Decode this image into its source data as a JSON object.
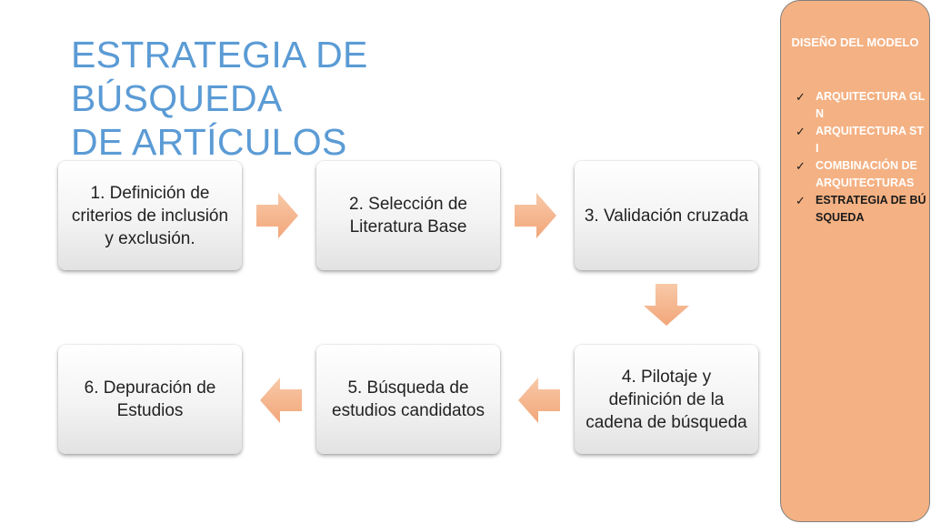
{
  "title": {
    "line1": "ESTRATEGIA DE BÚSQUEDA",
    "line2": "DE ARTÍCULOS"
  },
  "steps": [
    "1. Definición de criterios de inclusión y exclusión.",
    "2. Selección de Literatura Base",
    "3. Validación cruzada",
    "4. Pilotaje y definición de la cadena de búsqueda",
    "5. Búsqueda de estudios candidatos",
    "6. Depuración de Estudios"
  ],
  "sidebar": {
    "heading": "DISEÑO DEL MODELO",
    "items": [
      {
        "label": "ARQUITECTURA GLN",
        "active": false
      },
      {
        "label": "ARQUITECTURA STI",
        "active": false
      },
      {
        "label": "COMBINACIÓN DE ARQUITECTURAS",
        "active": false
      },
      {
        "label": "ESTRATEGIA DE BÚSQUEDA",
        "active": true
      }
    ]
  },
  "colors": {
    "title": "#5b9bd5",
    "arrow": "#f4b183",
    "sidebar_bg": "#f4b183",
    "sidebar_text": "#ffffff",
    "sidebar_active_text": "#1a1a1a"
  }
}
